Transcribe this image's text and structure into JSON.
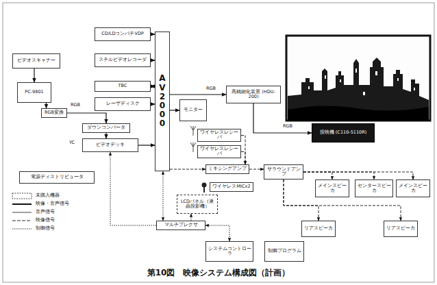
{
  "diagram": {
    "caption": "第10図　映像システム構成図（計画）",
    "nodes": [
      {
        "text": [
          "CD/LDコンパチVDP"
        ]
      },
      {
        "text": [
          "ビデオスキャナー"
        ]
      },
      {
        "text": [
          "スチルビデオレコーダ"
        ]
      },
      {
        "text": [
          "TBC"
        ]
      },
      {
        "text": [
          "PC-9801"
        ]
      },
      {
        "text": [
          "RGB変換"
        ]
      },
      {
        "text": [
          "レーザディスク"
        ]
      },
      {
        "text": [
          "ダウンコンバータ"
        ]
      },
      {
        "text": [
          "ビデオデッキ"
        ]
      },
      {
        "text": [
          "電源ディストリビュータ"
        ]
      },
      {
        "text": [
          "AV2000"
        ]
      },
      {
        "text": [
          "モニター"
        ]
      },
      {
        "text": [
          "高精細化装置 (HDU-200)"
        ]
      },
      {
        "text": [
          "投映機 (C110-5110R)"
        ]
      },
      {
        "text": [
          "ワイヤレスレシーバ"
        ]
      },
      {
        "text": [
          "ワイヤレスレシーバ"
        ]
      },
      {
        "text": [
          "ミキシングアンプ"
        ]
      },
      {
        "text": [
          "ワイヤレスMICx2"
        ]
      },
      {
        "text": [
          "サラウンドアンプ"
        ]
      },
      {
        "text": [
          "メインスピーカ"
        ]
      },
      {
        "text": [
          "センタースピーカ"
        ]
      },
      {
        "text": [
          "メインスピーカ"
        ]
      },
      {
        "text": [
          "リアスピーカ"
        ]
      },
      {
        "text": [
          "リアスピーカ"
        ]
      },
      {
        "text": [
          "LCDパネル（液晶投影機）"
        ]
      },
      {
        "text": [
          "マルチプレクサ"
        ]
      },
      {
        "text": [
          "システムコントローラ"
        ]
      },
      {
        "text": [
          "制御プログラム"
        ]
      }
    ],
    "edges": [
      {
        "from": 0,
        "to": 10,
        "arrow": "to"
      },
      {
        "from": 2,
        "to": 10,
        "arrow": "to"
      },
      {
        "from": 3,
        "to": 10,
        "arrow": "both"
      },
      {
        "from": 6,
        "to": 10,
        "arrow": "to"
      },
      {
        "from": 8,
        "to": 10,
        "arrow": "to"
      },
      {
        "from": 1,
        "to": 4,
        "arrow": "to"
      },
      {
        "from": 4,
        "to": 5,
        "arrow": "to"
      },
      {
        "from": 5,
        "to": 7,
        "arrow": "to"
      },
      {
        "from": 7,
        "to": 8,
        "arrow": "to"
      },
      {
        "from": 10,
        "to": 11,
        "arrow": "to"
      },
      {
        "from": 10,
        "to": 12,
        "arrow": "to"
      },
      {
        "from": 12,
        "to": 13,
        "arrow": "to"
      },
      {
        "from": 14,
        "to": 16,
        "arrow": "to"
      },
      {
        "from": 15,
        "to": 16,
        "arrow": "to"
      },
      {
        "from": 10,
        "to": 16,
        "arrow": "to"
      },
      {
        "from": 16,
        "to": 18,
        "arrow": "to"
      },
      {
        "from": 18,
        "to": 19,
        "arrow": "to"
      },
      {
        "from": 18,
        "to": 20,
        "arrow": "to"
      },
      {
        "from": 18,
        "to": 21,
        "arrow": "to"
      },
      {
        "from": 18,
        "to": 22,
        "arrow": "to"
      },
      {
        "from": 18,
        "to": 23,
        "arrow": "to"
      },
      {
        "from": 25,
        "to": 10,
        "arrow": "both"
      },
      {
        "from": 25,
        "to": 24,
        "arrow": "to"
      },
      {
        "from": 26,
        "to": 25,
        "arrow": "both"
      },
      {
        "from": 25,
        "to": 8,
        "arrow": "to"
      }
    ],
    "labels": [
      "RGB",
      "YC",
      "RGB",
      "RGB"
    ],
    "legend": [
      {
        "text": "未購入機器"
      },
      {
        "text": "映像・音声信号"
      },
      {
        "text": "音声信号"
      },
      {
        "text": "映像信号"
      },
      {
        "text": "制御信号"
      }
    ]
  }
}
